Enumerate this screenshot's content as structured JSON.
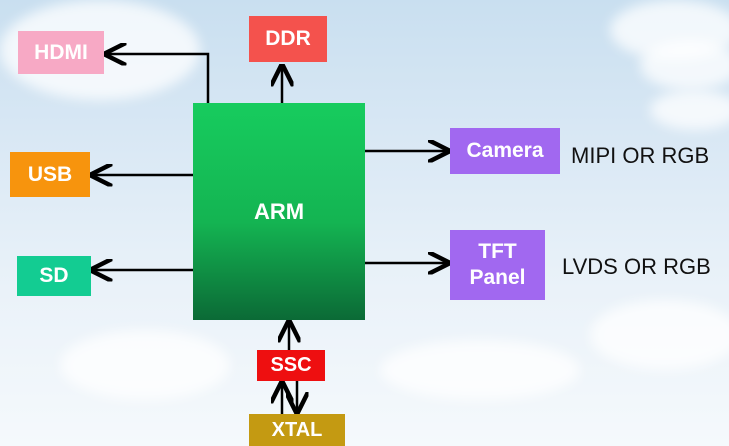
{
  "blocks": {
    "arm": {
      "label": "ARM",
      "color_top": "#17cc5e",
      "color_bottom": "#0b6a36"
    },
    "hdmi": {
      "label": "HDMI",
      "color": "#f7a9c5"
    },
    "ddr": {
      "label": "DDR",
      "color": "#f4524d"
    },
    "usb": {
      "label": "USB",
      "color": "#f7940d"
    },
    "sd": {
      "label": "SD",
      "color": "#13cc92"
    },
    "camera": {
      "label": "Camera",
      "color": "#a168f0"
    },
    "tft_panel": {
      "label_line1": "TFT",
      "label_line2": "Panel",
      "color": "#a168f0"
    },
    "ssc": {
      "label": "SSC",
      "color": "#ee0f10"
    },
    "xtal": {
      "label": "XTAL",
      "color": "#c49a12"
    }
  },
  "labels": {
    "camera_interface": "MIPI OR RGB",
    "panel_interface": "LVDS OR RGB"
  }
}
